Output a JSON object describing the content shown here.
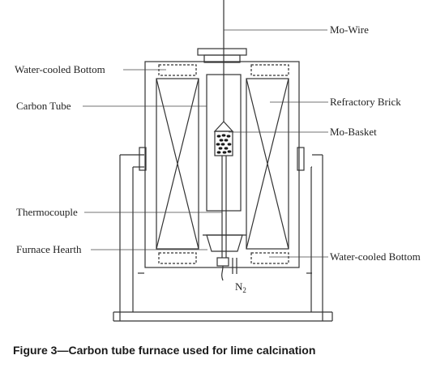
{
  "labels": {
    "mo_wire": "Mo-Wire",
    "water_cooled_bottom_top": "Water-cooled Bottom",
    "carbon_tube": "Carbon Tube",
    "refractory_brick": "Refractory Brick",
    "mo_basket": "Mo-Basket",
    "thermocouple": "Thermocouple",
    "furnace_hearth": "Furnace Hearth",
    "water_cooled_bottom_bottom": "Water-cooled Bottom",
    "gas_inlet": "N",
    "gas_inlet_sub": "2"
  },
  "caption": "Figure 3—Carbon tube furnace used for lime calcination"
}
